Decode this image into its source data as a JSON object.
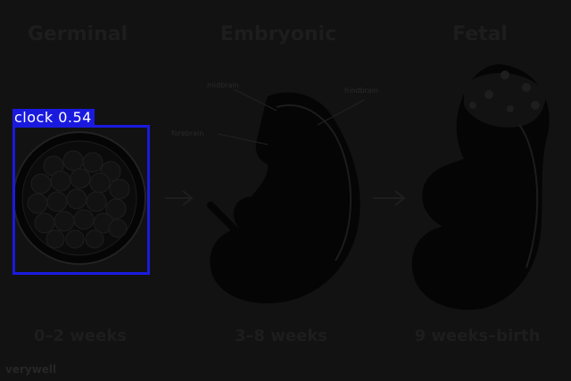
{
  "stages": [
    {
      "title": "Germinal",
      "duration": "0–2 weeks"
    },
    {
      "title": "Embryonic",
      "duration": "3–8 weeks"
    },
    {
      "title": "Fetal",
      "duration": "9 weeks–birth"
    }
  ],
  "annotations": {
    "a1": "midbrain",
    "a2": "hindbrain",
    "a3": "forebrain"
  },
  "detection": {
    "label": "clock",
    "score": "0.54",
    "color": "#1a1adf"
  },
  "watermark": "verywell"
}
